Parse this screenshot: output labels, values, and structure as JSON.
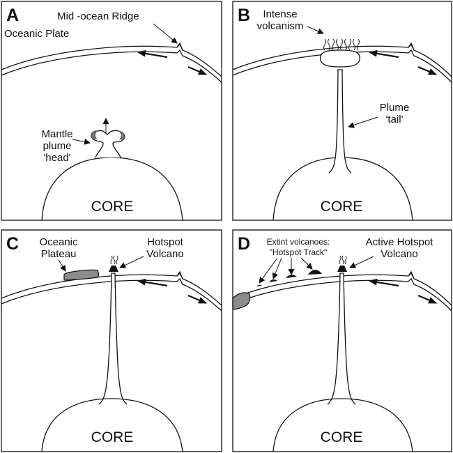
{
  "panels": [
    {
      "letter": "A",
      "core": "CORE",
      "labels": {
        "ridge": "Mid -ocean Ridge",
        "plate": "Oceanic Plate",
        "plume_l1": "Mantle",
        "plume_l2": "plume",
        "plume_l3": "'head'"
      }
    },
    {
      "letter": "B",
      "core": "CORE",
      "labels": {
        "volc_l1": "Intense",
        "volc_l2": "volcanism",
        "tail_l1": "Plume",
        "tail_l2": "'tail'"
      }
    },
    {
      "letter": "C",
      "core": "CORE",
      "labels": {
        "plateau_l1": "Oceanic",
        "plateau_l2": "Plateau",
        "hotspot_l1": "Hotspot",
        "hotspot_l2": "Volcano"
      }
    },
    {
      "letter": "D",
      "core": "CORE",
      "labels": {
        "extinct_l1": "Extint volcanoes:",
        "extinct_l2": "\"Hotspot Track\"",
        "active_l1": "Active Hotspot",
        "active_l2": "Volcano"
      }
    }
  ],
  "colors": {
    "line": "#111111",
    "plateau_fill": "#8c8c8c",
    "plume_rim": "#6e6e6e",
    "background": "#ffffff"
  }
}
